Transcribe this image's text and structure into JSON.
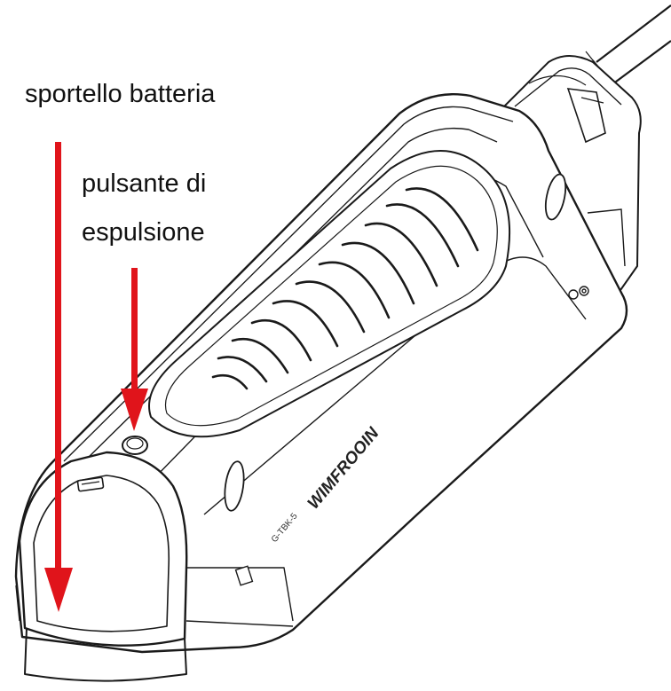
{
  "labels": {
    "battery_door": "sportello batteria",
    "eject_button_line1": "pulsante di",
    "eject_button_line2": "espulsione"
  },
  "device": {
    "brand": "WIMFROOIN",
    "model": "G-TBK-5"
  },
  "colors": {
    "arrow": "#e0141b",
    "outline": "#1a1a1a",
    "background": "#ffffff"
  }
}
